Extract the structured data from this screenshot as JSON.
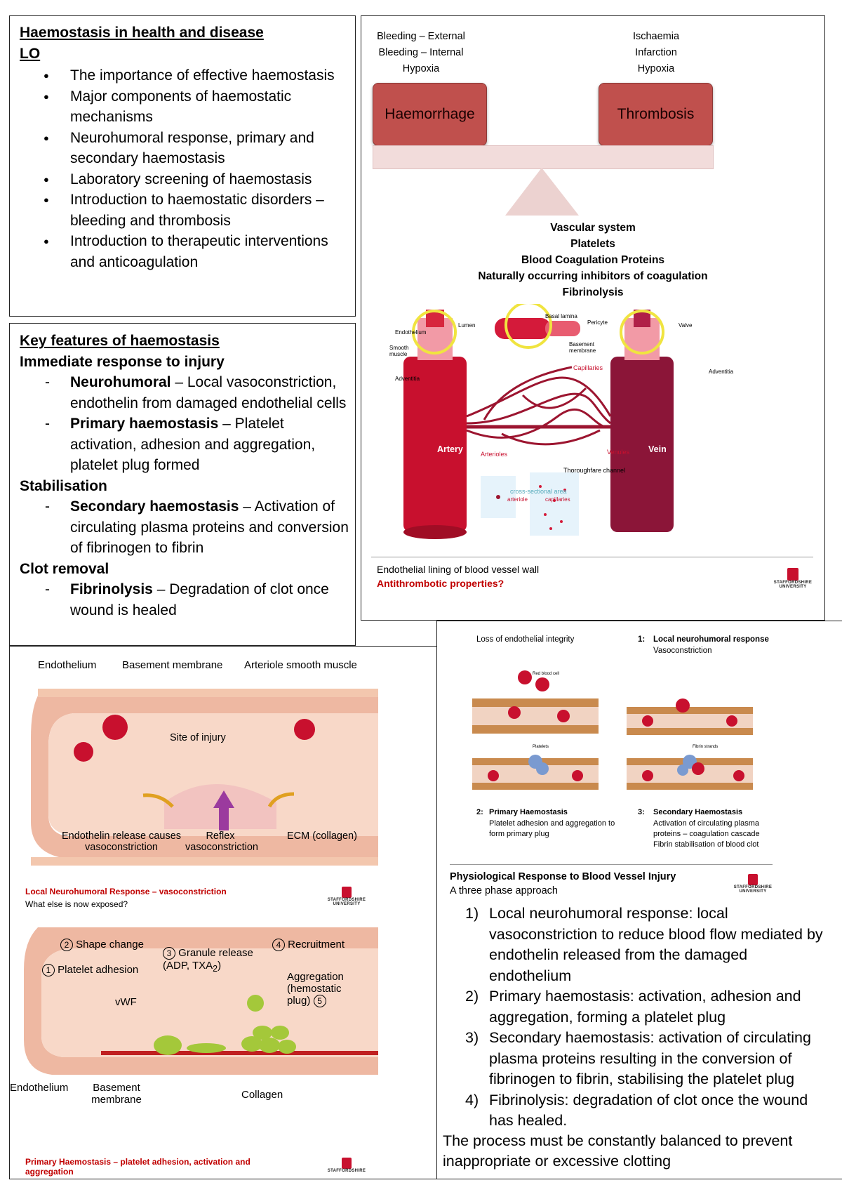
{
  "lo_box": {
    "title": "Haemostasis in health and disease",
    "lo_label": "LO",
    "items": [
      "The importance of effective haemostasis",
      "Major components of haemostatic mechanisms",
      "Neurohumoral response, primary and secondary haemostasis",
      "Laboratory screening of haemostasis",
      "Introduction to haemostatic disorders – bleeding and thrombosis",
      "Introduction to therapeutic interventions and anticoagulation"
    ]
  },
  "features_box": {
    "title": "Key features of haemostasis",
    "sections": [
      {
        "heading": "Immediate response to injury",
        "items": [
          {
            "bold": "Neurohumoral",
            "text": " – Local vasoconstriction, endothelin from damaged endothelial cells"
          },
          {
            "bold": "Primary haemostasis",
            "text": " – Platelet activation, adhesion and aggregation, platelet plug formed"
          }
        ]
      },
      {
        "heading": "Stabilisation",
        "items": [
          {
            "bold": "Secondary haemostasis",
            "text": " – Activation of circulating plasma proteins and conversion of fibrinogen to fibrin"
          }
        ]
      },
      {
        "heading": "Clot removal",
        "items": [
          {
            "bold": "Fibrinolysis",
            "text": " – Degradation of clot once wound is healed"
          }
        ]
      }
    ]
  },
  "balance": {
    "left_labels": [
      "Bleeding – External",
      "Bleeding – Internal",
      "Hypoxia"
    ],
    "right_labels": [
      "Ischaemia",
      "Infarction",
      "Hypoxia"
    ],
    "left_box": "Haemorrhage",
    "right_box": "Thrombosis",
    "components": [
      "Vascular system",
      "Platelets",
      "Blood Coagulation Proteins",
      "Naturally occurring inhibitors of coagulation",
      "Fibrinolysis"
    ],
    "vessel_labels": {
      "artery": "Artery",
      "vein": "Vein",
      "arterioles": "Arterioles",
      "venules": "Venules",
      "capillaries": "Capillaries",
      "thoroughfare": "Thoroughfare channel",
      "lumen": "Lumen",
      "endothelium": "Endothelium",
      "smooth_muscle": "Smooth muscle",
      "basal_lamina": "Basal lamina",
      "pericyte": "Pericyte",
      "valve": "Valve",
      "basement_membrane": "Basement membrane",
      "adventitia": "Adventitia",
      "cross_section": "cross-sectional area",
      "arteriole": "arteriole",
      "capillaries_small": "capillaries"
    },
    "caption": "Endothelial lining of blood vessel wall",
    "caption_red": "Antithrombotic properties?",
    "logo": "STAFFORDSHIRE UNIVERSITY"
  },
  "injury": {
    "labels": {
      "endothelium": "Endothelium",
      "basement": "Basement membrane",
      "smooth": "Arteriole smooth muscle",
      "site": "Site of injury",
      "endothelin": "Endothelin release causes vasoconstriction",
      "reflex": "Reflex vasoconstriction",
      "ecm": "ECM (collagen)"
    },
    "caption_red": "Local Neurohumoral Response – vasoconstriction",
    "caption": "What else is now exposed?",
    "logo": "STAFFORDSHIRE UNIVERSITY"
  },
  "platelet": {
    "labels": {
      "shape": "Shape change",
      "granule": "Granule release (ADP, TXA",
      "granule_sub": "2",
      "granule_end": ")",
      "recruit": "Recruitment",
      "adhesion": "Platelet adhesion",
      "aggregation": "Aggregation (hemostatic plug)",
      "vwf": "vWF",
      "endothelium": "Endothelium",
      "basement": "Basement membrane",
      "collagen": "Collagen",
      "n1": "1",
      "n2": "2",
      "n3": "3",
      "n4": "4",
      "n5": "5"
    },
    "caption_red": "Primary Haemostasis – platelet adhesion, activation and aggregation",
    "logo": "STAFFORDSHIRE"
  },
  "phases": {
    "loss": "Loss of endothelial integrity",
    "p1_num": "1:",
    "p1_title": "Local neurohumoral response",
    "p1_sub": "Vasoconstriction",
    "p2_num": "2:",
    "p2_title": "Primary Haemostasis",
    "p2_sub": "Platelet adhesion and aggregation to form primary plug",
    "p3_num": "3:",
    "p3_title": "Secondary Haemostasis",
    "p3_sub": "Activation of circulating plasma proteins – coagulation cascade Fibrin stabilisation of blood clot",
    "rbc": "Red blood cell",
    "platelets": "Platelets",
    "fibrin": "Fibrin strands",
    "title": "Physiological Response to Blood Vessel Injury",
    "subtitle": "A three phase approach",
    "logo": "STAFFORDSHIRE UNIVERSITY",
    "steps": [
      {
        "n": "1)",
        "text": "Local neurohumoral response: local vasoconstriction to reduce blood flow mediated by endothelin released from the damaged endothelium"
      },
      {
        "n": "2)",
        "text": "Primary haemostasis: activation, adhesion and aggregation, forming a platelet plug"
      },
      {
        "n": "3)",
        "text": "Secondary haemostasis: activation of circulating plasma proteins resulting in the conversion of fibrinogen to fibrin, stabilising the platelet plug"
      },
      {
        "n": "4)",
        "text": "Fibrinolysis: degradation of clot once the wound has healed."
      }
    ],
    "footer": "The process must be constantly balanced to prevent inappropriate or excessive clotting"
  },
  "colors": {
    "red": "#c00000",
    "haem_box": "#c0504d",
    "vessel_pink": "#f2c7b8",
    "artery": "#c8102e",
    "vein": "#8b1538"
  }
}
